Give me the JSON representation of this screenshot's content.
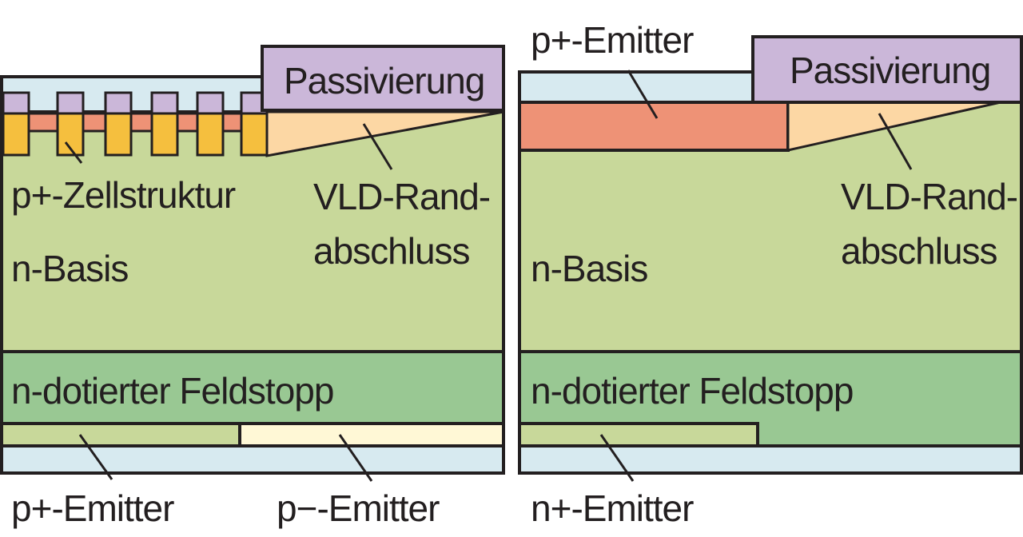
{
  "left_device": {
    "passivation": "Passivierung",
    "cell_structure": "p+-Zellstruktur",
    "edge_termination_line1": "VLD-Rand-",
    "edge_termination_line2": "abschluss",
    "base": "n-Basis",
    "field_stop": "n-dotierter Feldstopp",
    "emitter_p_plus": "p+-Emitter",
    "emitter_p_minus": "p−-Emitter"
  },
  "right_device": {
    "emitter_top": "p+-Emitter",
    "passivation": "Passivierung",
    "edge_termination_line1": "VLD-Rand-",
    "edge_termination_line2": "abschluss",
    "base": "n-Basis",
    "field_stop": "n-dotierter Feldstopp",
    "emitter_bottom": "n+-Emitter"
  },
  "colors": {
    "n_base": "#c8d89a",
    "field_stop": "#99c893",
    "passivation": "#cbb7d9",
    "metal": "#d7eaf0",
    "p_plus_emitter": "#ee9276",
    "p_plus_cell": "#f5bf3e",
    "vld_taper": "#fcd7a4",
    "p_minus_emitter": "#fff8d6",
    "p_plus_bottom": "#c8d89a",
    "outline": "#231f20"
  }
}
